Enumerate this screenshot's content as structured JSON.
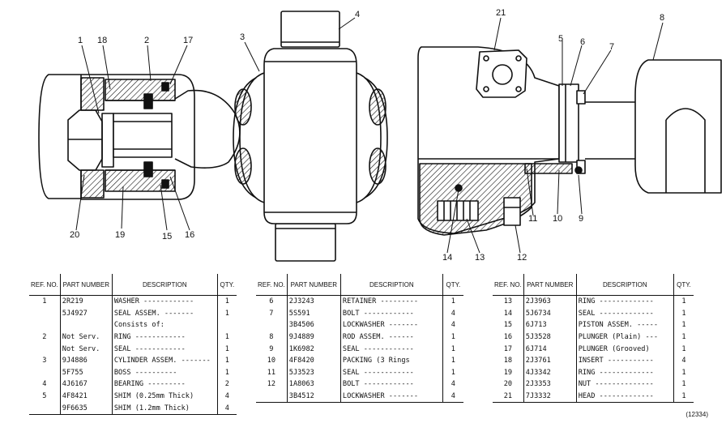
{
  "callouts": [
    {
      "num": "1"
    },
    {
      "num": "18"
    },
    {
      "num": "2"
    },
    {
      "num": "17"
    },
    {
      "num": "3"
    },
    {
      "num": "4"
    },
    {
      "num": "21"
    },
    {
      "num": "5"
    },
    {
      "num": "6"
    },
    {
      "num": "7"
    },
    {
      "num": "8"
    },
    {
      "num": "20"
    },
    {
      "num": "19"
    },
    {
      "num": "15"
    },
    {
      "num": "16"
    },
    {
      "num": "14"
    },
    {
      "num": "13"
    },
    {
      "num": "12"
    },
    {
      "num": "11"
    },
    {
      "num": "10"
    },
    {
      "num": "9"
    }
  ],
  "headers": {
    "ref_no": "REF. NO.",
    "part_number": "PART NUMBER",
    "description": "DESCRIPTION",
    "qty": "QTY."
  },
  "table1": [
    {
      "ref": "1",
      "part": "2R219",
      "desc": "WASHER ------------",
      "qty": "1"
    },
    {
      "ref": "",
      "part": "5J4927",
      "desc": "SEAL ASSEM. -------",
      "qty": "1"
    },
    {
      "ref": "",
      "part": "",
      "desc": "Consists of:",
      "qty": ""
    },
    {
      "ref": "2",
      "part": "Not Serv.",
      "desc": "RING ------------",
      "qty": "1"
    },
    {
      "ref": "",
      "part": "Not Serv.",
      "desc": "SEAL ------------",
      "qty": "1"
    },
    {
      "ref": "3",
      "part": "9J4886",
      "desc": "CYLINDER ASSEM. -------",
      "qty": "1"
    },
    {
      "ref": "",
      "part": "5F755",
      "desc": "BOSS ----------",
      "qty": "1"
    },
    {
      "ref": "4",
      "part": "4J6167",
      "desc": "BEARING ---------",
      "qty": "2"
    },
    {
      "ref": "5",
      "part": "4F8421",
      "desc": "SHIM (0.25mm Thick)",
      "qty": "4"
    },
    {
      "ref": "",
      "part": "9F6635",
      "desc": "SHIM (1.2mm Thick)",
      "qty": "4"
    }
  ],
  "table2": [
    {
      "ref": "6",
      "part": "2J3243",
      "desc": "RETAINER ---------",
      "qty": "1"
    },
    {
      "ref": "7",
      "part": "5S591",
      "desc": "BOLT ------------",
      "qty": "4"
    },
    {
      "ref": "",
      "part": "3B4506",
      "desc": "LOCKWASHER -------",
      "qty": "4"
    },
    {
      "ref": "8",
      "part": "9J4889",
      "desc": "ROD ASSEM. ------",
      "qty": "1"
    },
    {
      "ref": "9",
      "part": "1K6982",
      "desc": "SEAL ------------",
      "qty": "1"
    },
    {
      "ref": "10",
      "part": "4F8420",
      "desc": "PACKING (3 Rings",
      "qty": "1"
    },
    {
      "ref": "11",
      "part": "5J3523",
      "desc": "SEAL ------------",
      "qty": "1"
    },
    {
      "ref": "12",
      "part": "1A8063",
      "desc": "BOLT ------------",
      "qty": "4"
    },
    {
      "ref": "",
      "part": "3B4512",
      "desc": "LOCKWASHER -------",
      "qty": "4"
    }
  ],
  "table3": [
    {
      "ref": "13",
      "part": "2J3963",
      "desc": "RING -------------",
      "qty": "1"
    },
    {
      "ref": "14",
      "part": "5J6734",
      "desc": "SEAL -------------",
      "qty": "1"
    },
    {
      "ref": "15",
      "part": "6J713",
      "desc": "PISTON ASSEM. -----",
      "qty": "1"
    },
    {
      "ref": "16",
      "part": "5J3528",
      "desc": "PLUNGER (Plain) ---",
      "qty": "1"
    },
    {
      "ref": "17",
      "part": "6J714",
      "desc": "PLUNGER (Grooved)",
      "qty": "1"
    },
    {
      "ref": "18",
      "part": "2J3761",
      "desc": "INSERT -----------",
      "qty": "4"
    },
    {
      "ref": "19",
      "part": "4J3342",
      "desc": "RING -------------",
      "qty": "1"
    },
    {
      "ref": "20",
      "part": "2J3353",
      "desc": "NUT --------------",
      "qty": "1"
    },
    {
      "ref": "21",
      "part": "7J3332",
      "desc": "HEAD -------------",
      "qty": "1"
    }
  ],
  "illustration_number": "(12334)"
}
